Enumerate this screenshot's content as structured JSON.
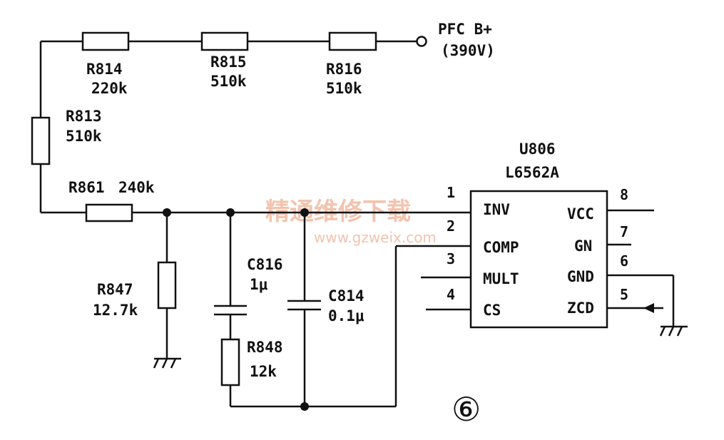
{
  "power": {
    "net": "PFC B+",
    "voltage": "(390V)"
  },
  "resistors": {
    "r814": {
      "ref": "R814",
      "value": "220k"
    },
    "r815": {
      "ref": "R815",
      "value": "510k"
    },
    "r816": {
      "ref": "R816",
      "value": "510k"
    },
    "r813": {
      "ref": "R813",
      "value": "510k"
    },
    "r861": {
      "ref": "R861",
      "value": "240k"
    },
    "r847": {
      "ref": "R847",
      "value": "12.7k"
    },
    "r848": {
      "ref": "R848",
      "value": "12k"
    }
  },
  "capacitors": {
    "c816": {
      "ref": "C816",
      "value": "1μ"
    },
    "c814": {
      "ref": "C814",
      "value": "0.1μ"
    }
  },
  "ic": {
    "ref": "U806",
    "part": "L6562A",
    "pins": [
      {
        "num": "1",
        "name": "INV"
      },
      {
        "num": "2",
        "name": "COMP"
      },
      {
        "num": "3",
        "name": "MULT"
      },
      {
        "num": "4",
        "name": "CS"
      },
      {
        "num": "8",
        "name": "VCC"
      },
      {
        "num": "7",
        "name": "GN"
      },
      {
        "num": "6",
        "name": "GND"
      },
      {
        "num": "5",
        "name": "ZCD"
      }
    ]
  },
  "watermark": {
    "title": "精通维修下载",
    "url": "www.gzweix.com"
  },
  "figure_number": "⑥"
}
